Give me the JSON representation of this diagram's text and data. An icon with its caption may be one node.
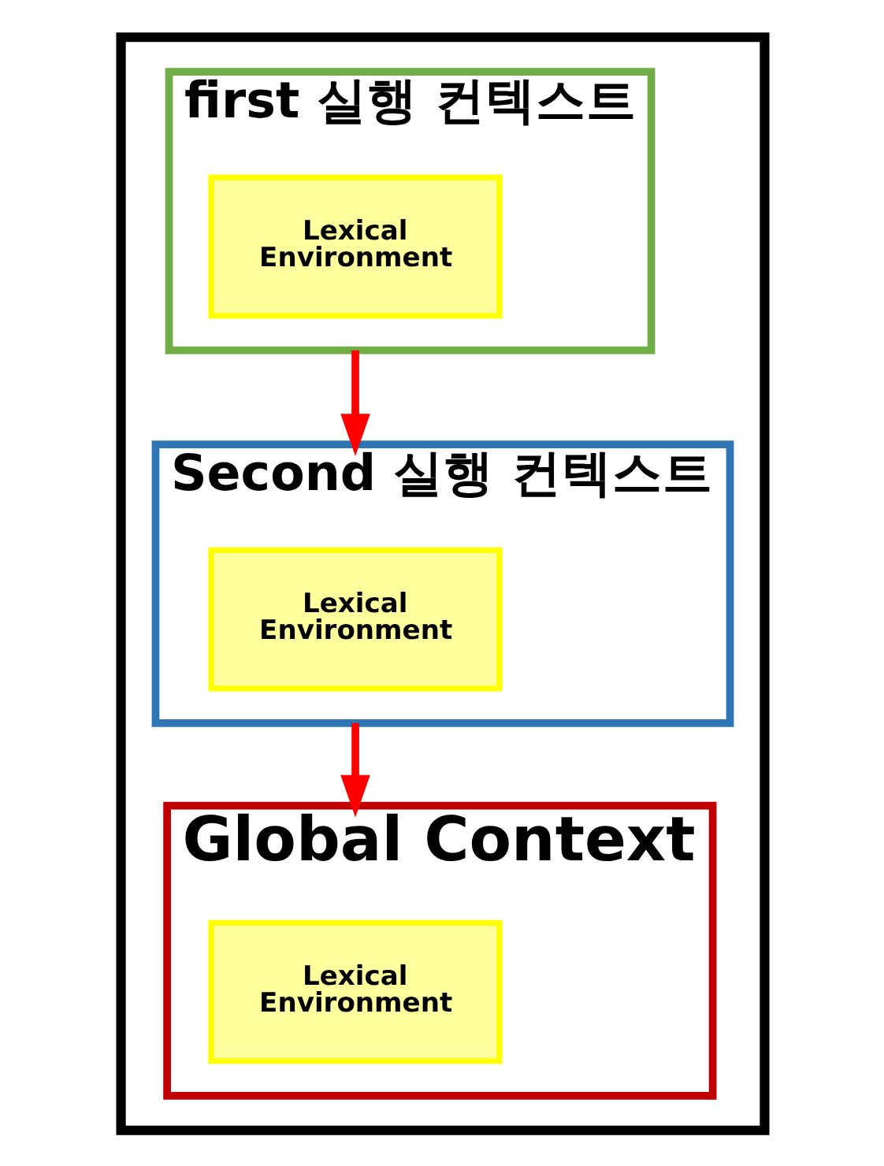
{
  "diagram": {
    "nodes": [
      {
        "text": [],
        "shape": "box"
      },
      {
        "text": [
          "first 실행 컨텍스트"
        ],
        "in": 0
      },
      {
        "text": [
          "Lexical Environment"
        ],
        "in": 1
      },
      {
        "text": [
          "Second 실행 컨텍스트"
        ],
        "in": 0
      },
      {
        "text": [
          "Lexical Environment"
        ],
        "in": 3
      },
      {
        "text": [
          "Global Context"
        ],
        "in": 0
      },
      {
        "text": [
          "Lexical Environment"
        ],
        "in": 5
      }
    ],
    "edges": [
      {
        "from": 1,
        "to": 3,
        "arrow": "to",
        "color": "#ff0000"
      },
      {
        "from": 3,
        "to": 5,
        "arrow": "to",
        "color": "#ff0000"
      }
    ]
  }
}
